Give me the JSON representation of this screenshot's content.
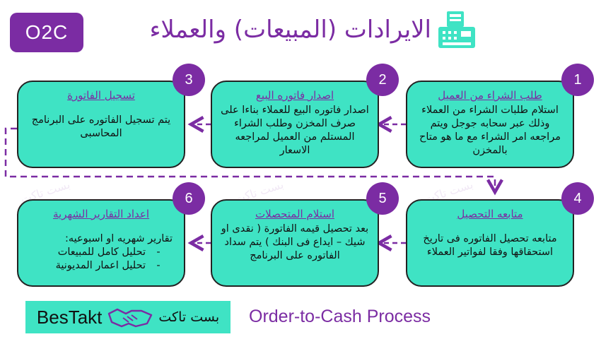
{
  "header": {
    "badge": "O2C",
    "title": "الايرادات (المبيعات) والعملاء"
  },
  "steps": [
    {
      "number": "1",
      "title": "طلب الشراء من العميل",
      "body": "استلام طلبات الشراء من العملاء وذلك عبر سحابه جوجل ويتم مراجعه امر الشراء مع ما هو متاح بالمخزن"
    },
    {
      "number": "2",
      "title": "اصدار فاتوره البيع",
      "body": "اصدار فاتوره البيع للعملاء بناءا على صرف المخزن وطلب الشراء المستلم من العميل لمراجعه الاسعار"
    },
    {
      "number": "3",
      "title": "تسجيل الفاتورة",
      "body": "يتم تسجيل الفاتوره على البرنامج المحاسبى"
    },
    {
      "number": "4",
      "title": "متابعه التحصيل",
      "body": "متابعه تحصيل الفاتوره فى تاريخ استحقاقها وفقا لفواتير العملاء"
    },
    {
      "number": "5",
      "title": "استلام المتحصلات",
      "body": "بعد تحصيل قيمه الفاتورة ( نقدى او شيك – ايداع فى البنك ) يتم سداد الفاتوره على البرنامج"
    },
    {
      "number": "6",
      "title": "اعداد التقارير الشهرية",
      "body": "تقارير شهريه او اسبوعيه:",
      "bullets": [
        "تحليل كامل للمبيعات",
        "تحليل اعمار المديونية"
      ]
    }
  ],
  "watermark": "بست تاكت",
  "brand": {
    "arabic": "بست تاكت",
    "english": "BesTakt"
  },
  "footer": {
    "process": "Order-to-Cash Process"
  },
  "colors": {
    "accent": "#7b2ca3",
    "card": "#3fe3c4"
  },
  "icons": {
    "header": "cash-register-icon",
    "brand": "handshake-icon"
  }
}
